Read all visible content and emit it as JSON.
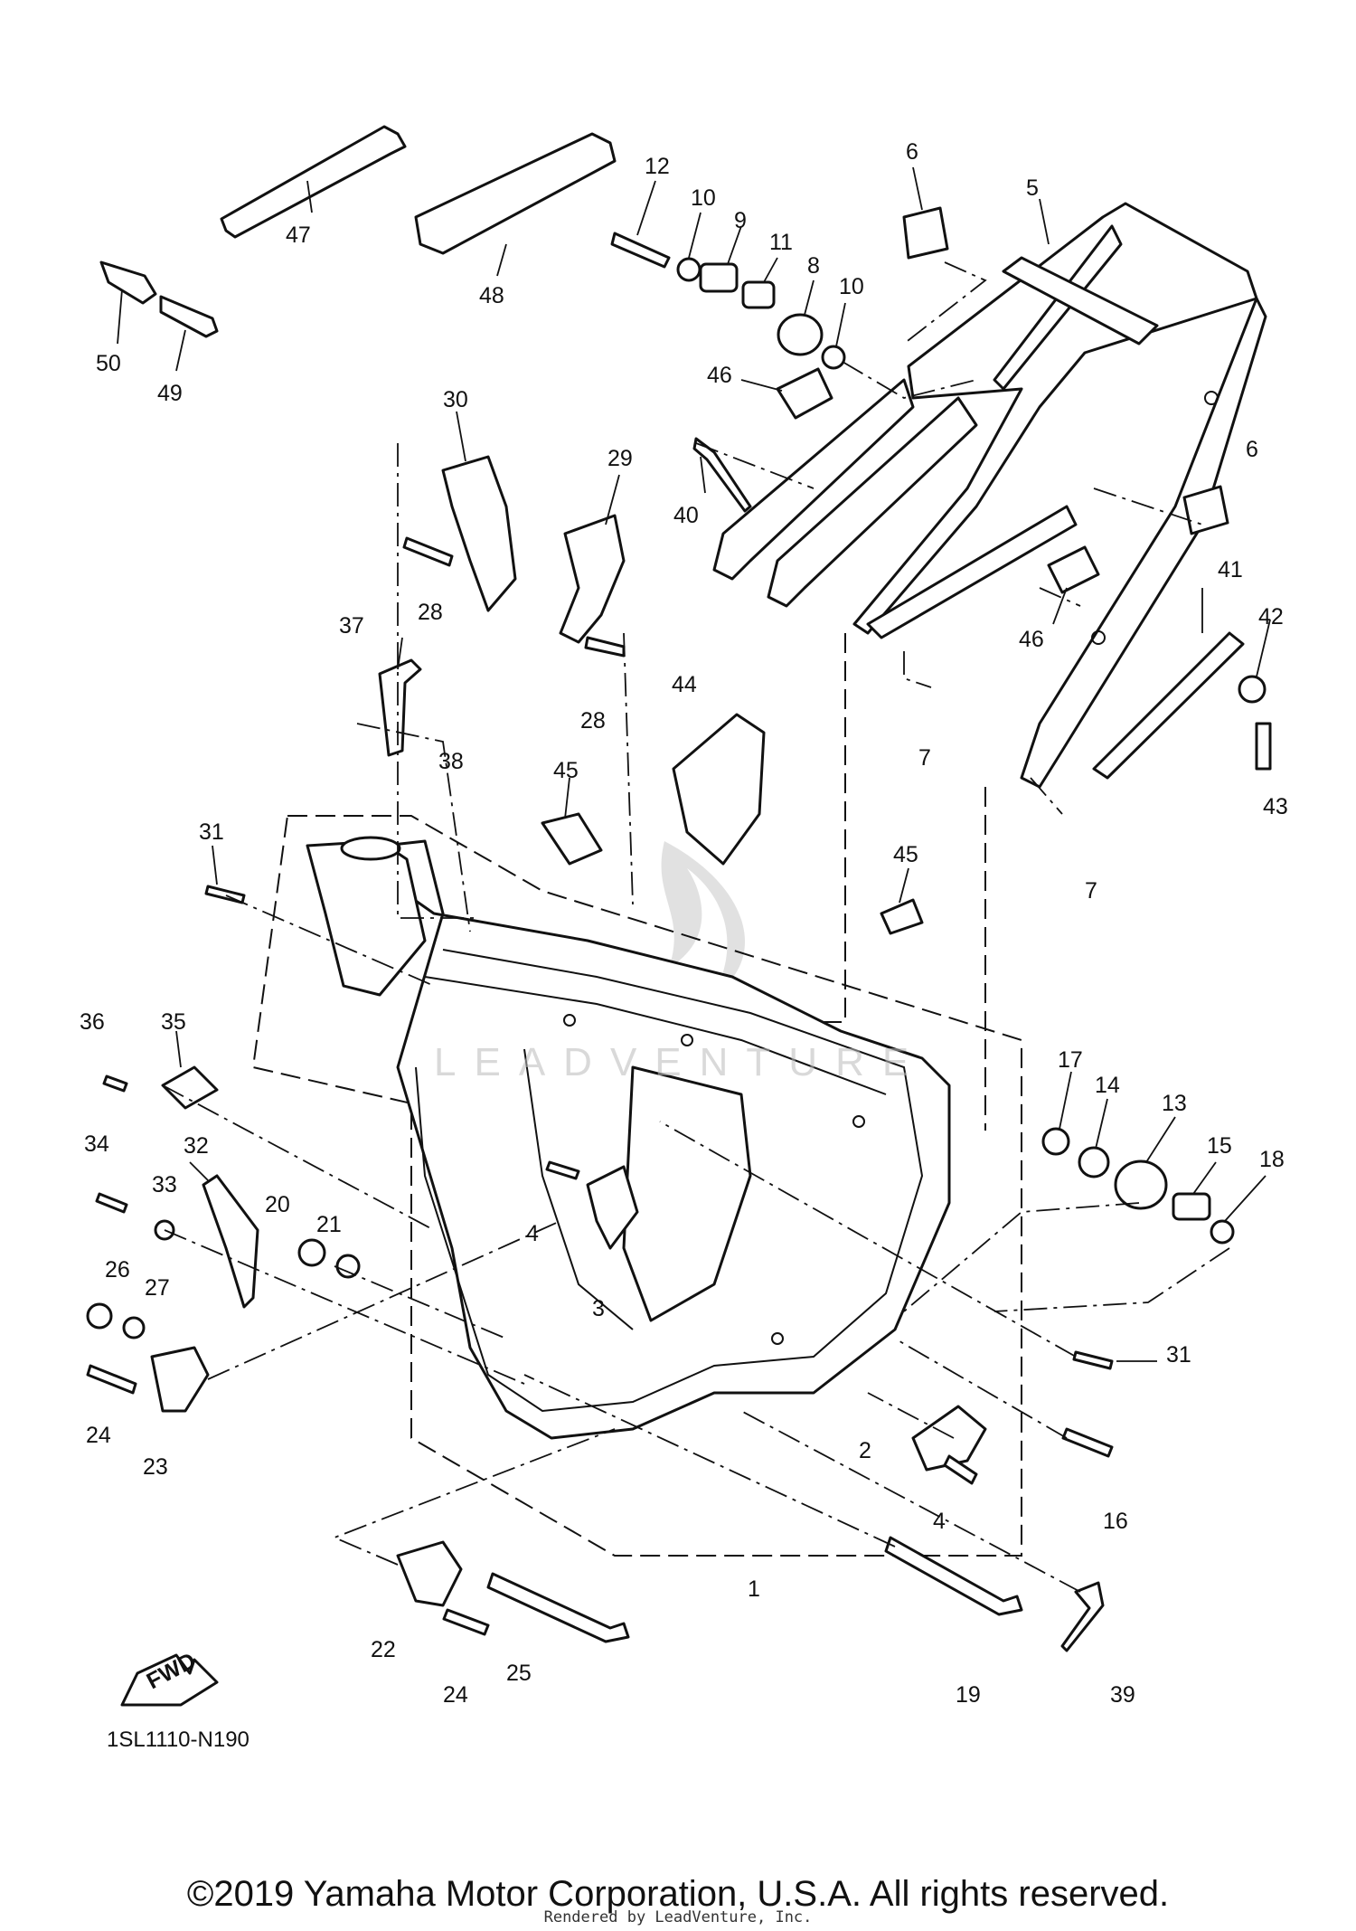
{
  "diagram": {
    "code": "1SL1110-N190",
    "watermark": "LEADVENTURE",
    "copyright": "©2019 Yamaha Motor Corporation, U.S.A. All rights reserved.",
    "rendered_by": "Rendered by LeadVenture, Inc.",
    "fwd_label": "FWD",
    "callouts": [
      "12",
      "10",
      "9",
      "11",
      "8",
      "10",
      "6",
      "5",
      "47",
      "48",
      "50",
      "49",
      "46",
      "40",
      "30",
      "29",
      "28",
      "28",
      "6",
      "41",
      "42",
      "37",
      "38",
      "44",
      "46",
      "7",
      "43",
      "7",
      "31",
      "45",
      "45",
      "36",
      "35",
      "17",
      "14",
      "13",
      "15",
      "18",
      "34",
      "32",
      "33",
      "20",
      "21",
      "4",
      "3",
      "26",
      "27",
      "31",
      "24",
      "23",
      "2",
      "4",
      "16",
      "1",
      "22",
      "24",
      "25",
      "19",
      "39"
    ]
  }
}
